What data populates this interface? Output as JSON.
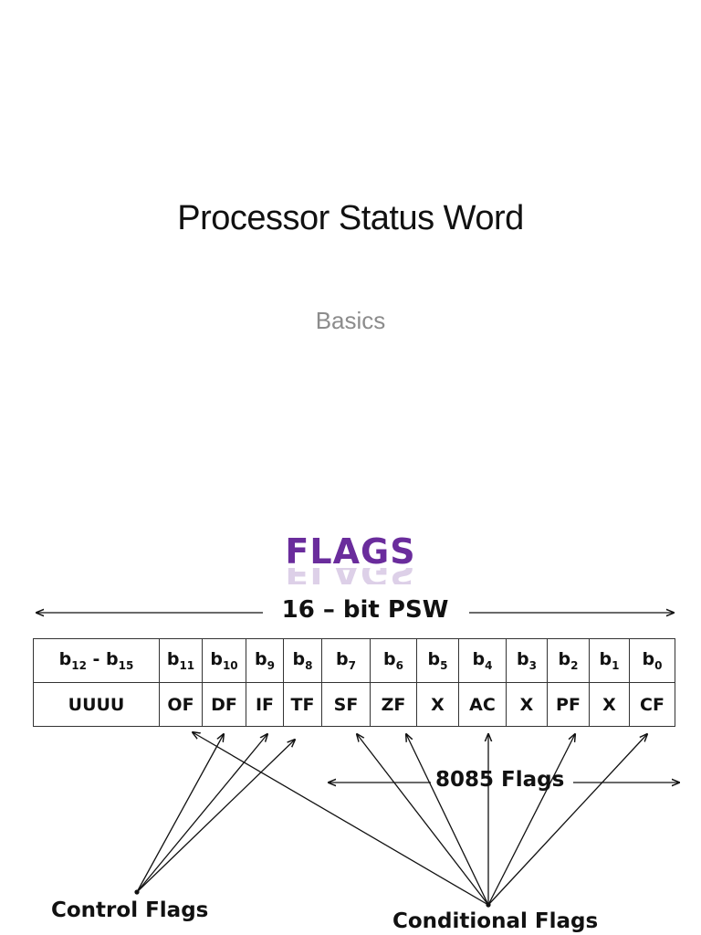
{
  "slide1": {
    "title": "Processor Status Word",
    "subtitle": "Basics"
  },
  "slide2": {
    "heading": "FLAGS",
    "psw_label": "16 – bit PSW",
    "bit_row": [
      {
        "base": "b",
        "sub": "12",
        "suffix": " - b",
        "sub2": "15"
      },
      {
        "base": "b",
        "sub": "11"
      },
      {
        "base": "b",
        "sub": "10"
      },
      {
        "base": "b",
        "sub": "9"
      },
      {
        "base": "b",
        "sub": "8"
      },
      {
        "base": "b",
        "sub": "7"
      },
      {
        "base": "b",
        "sub": "6"
      },
      {
        "base": "b",
        "sub": "5"
      },
      {
        "base": "b",
        "sub": "4"
      },
      {
        "base": "b",
        "sub": "3"
      },
      {
        "base": "b",
        "sub": "2"
      },
      {
        "base": "b",
        "sub": "1"
      },
      {
        "base": "b",
        "sub": "0"
      }
    ],
    "flag_row": [
      "UUUU",
      "OF",
      "DF",
      "IF",
      "TF",
      "SF",
      "ZF",
      "X",
      "AC",
      "X",
      "PF",
      "X",
      "CF"
    ],
    "callout_8085": "8085 Flags",
    "callout_control": "Control Flags",
    "callout_conditional": "Conditional Flags"
  }
}
